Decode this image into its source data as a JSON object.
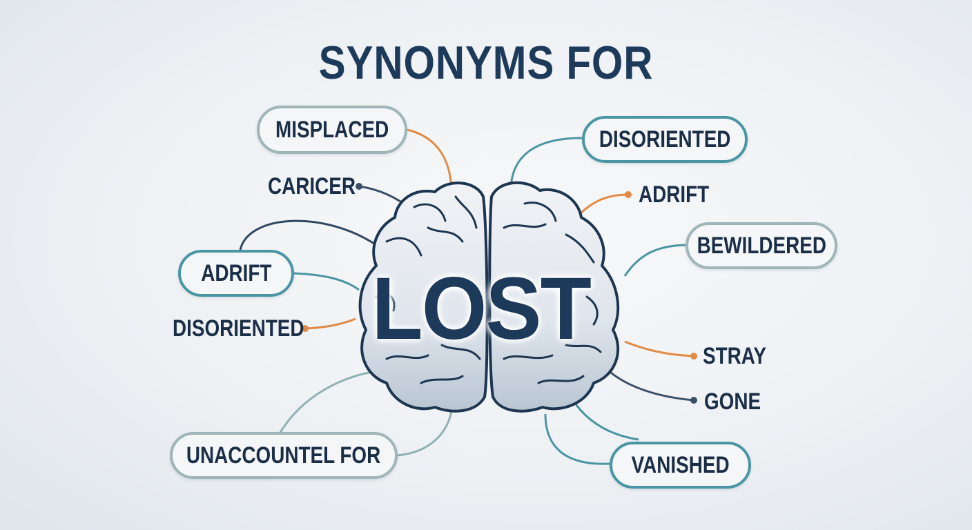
{
  "title": "SYNONYMS FOR",
  "center_word": "LOST",
  "colors": {
    "text_dark": "#1b2e47",
    "title": "#1d3a5a",
    "connector_orange": "#e08a45",
    "connector_navy": "#3a4e66",
    "connector_teal": "#4a95a3",
    "connector_gray": "#8fb0b2",
    "pill_border_gray": "#9fb5b8",
    "pill_border_teal": "#4a95a3"
  },
  "left_terms": [
    {
      "label": "MISPLACED",
      "style": "pill-gray"
    },
    {
      "label": "CARICER",
      "style": "plain-dot"
    },
    {
      "label": "ADRIFT",
      "style": "pill-teal"
    },
    {
      "label": "DISORIENTED",
      "style": "plain-dot"
    },
    {
      "label": "UNACCOUNTEL FOR",
      "style": "pill-gray"
    }
  ],
  "right_terms": [
    {
      "label": "DISORIENTED",
      "style": "pill-teal"
    },
    {
      "label": "ADRIFT",
      "style": "plain-dot"
    },
    {
      "label": "BEWILDERED",
      "style": "pill-gray"
    },
    {
      "label": "STRAY",
      "style": "plain-dot"
    },
    {
      "label": "GONE",
      "style": "plain-dot"
    },
    {
      "label": "VANISHED",
      "style": "pill-teal"
    }
  ]
}
